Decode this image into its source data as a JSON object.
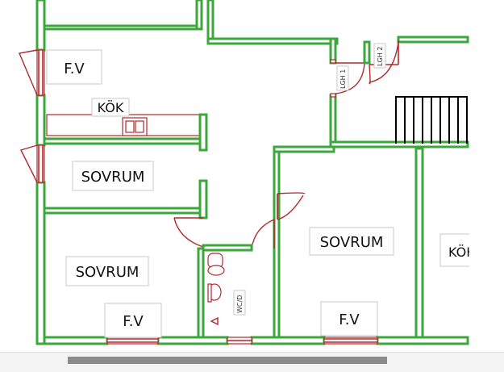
{
  "plan": {
    "labels": {
      "fv_top": "F.V",
      "kok": "KÖK",
      "sovrum_1": "SOVRUM",
      "sovrum_2": "SOVRUM",
      "fv_bottom_left": "F.V",
      "sovrum_3": "SOVRUM",
      "fv_bottom_right": "F.V",
      "kok_right_partial": "KÖK",
      "wc_d": "WC/D",
      "lgh_1": "LGH 1",
      "lgh_2": "LGH 2"
    },
    "colors": {
      "wall": "#3aa83a",
      "door": "#b3282d",
      "stair": "#000000"
    }
  },
  "scrollbar": {
    "orientation": "horizontal"
  }
}
